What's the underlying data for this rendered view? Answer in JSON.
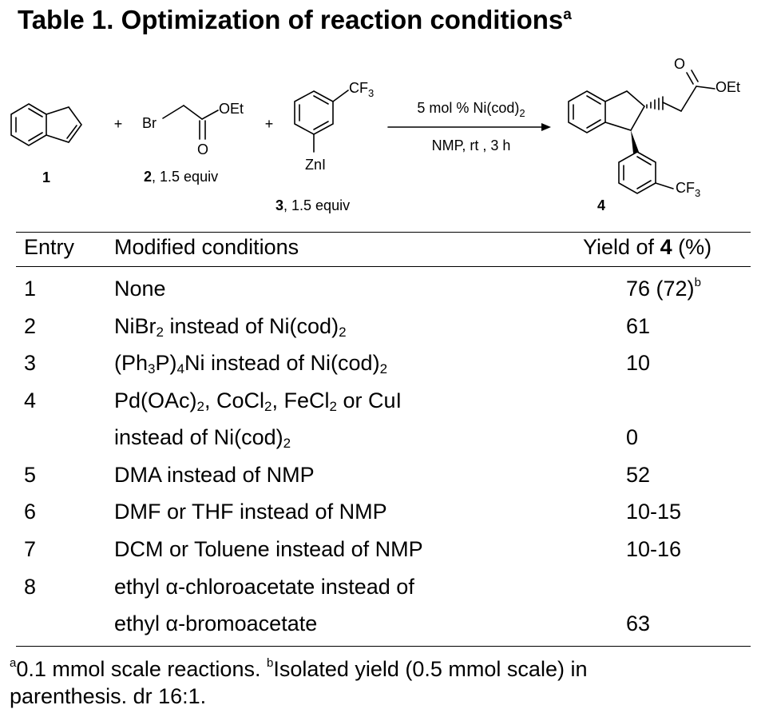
{
  "title": {
    "text": "Table 1. Optimization of reaction conditions",
    "footnote_mark": "a"
  },
  "scheme": {
    "compound1_label": "1",
    "plus1": "+",
    "reagent2": {
      "leaving_group": "Br",
      "ester": "OEt",
      "carbonyl": "O",
      "label_bold": "2",
      "label_rest": ", 1.5 equiv"
    },
    "plus2": "+",
    "reagent3": {
      "substituent": "CF",
      "substituent_sub": "3",
      "metal": "ZnI",
      "label_bold": "3",
      "label_rest": ", 1.5 equiv"
    },
    "arrow_top": {
      "text": "5 mol % Ni(cod)",
      "sub": "2"
    },
    "arrow_bottom": "NMP,  rt , 3 h",
    "product4": {
      "carbonyl": "O",
      "ester": "OEt",
      "substituent": "CF",
      "substituent_sub": "3",
      "label": "4"
    }
  },
  "table": {
    "headers": {
      "entry": "Entry",
      "conditions": "Modified conditions",
      "yield_prefix": "Yield of ",
      "yield_bold": "4",
      "yield_suffix": " (%)"
    },
    "rows": [
      {
        "entry": "1",
        "c_a": "None",
        "yield": "76 (72)",
        "yield_sup": "b"
      },
      {
        "entry": "2",
        "c_a": "NiBr",
        "c_s1": "2",
        "c_b": " instead of Ni(cod)",
        "c_s2": "2",
        "yield": "61"
      },
      {
        "entry": "3",
        "c_a": "(Ph",
        "c_s1": "3",
        "c_b": "P)",
        "c_s2": "4",
        "c_c": "Ni instead of Ni(cod)",
        "c_s3": "2",
        "yield": "10"
      },
      {
        "entry": "4",
        "c_a": "Pd(OAc)",
        "c_s1": "2",
        "c_b": ", CoCl",
        "c_s2": "2",
        "c_c": ", FeCl",
        "c_s3": "2",
        "c_d": " or CuI"
      },
      {
        "c_a": "instead of Ni(cod)",
        "c_s1": "2",
        "yield": "0"
      },
      {
        "entry": "5",
        "c_a": "DMA instead of NMP",
        "yield": "52"
      },
      {
        "entry": "6",
        "c_a": "DMF or THF instead of NMP",
        "yield": "10-15"
      },
      {
        "entry": "7",
        "c_a": "DCM or Toluene instead of NMP",
        "yield": "10-16"
      },
      {
        "entry": "8",
        "c_a": "ethyl α-chloroacetate instead of"
      },
      {
        "c_a": "ethyl α-bromoacetate",
        "yield": "63"
      }
    ]
  },
  "footnotes": {
    "a_mark": "a",
    "a_text": "0.1 mmol scale reactions. ",
    "b_mark": "b",
    "b_text": "Isolated yield (0.5 mmol scale) in",
    "line2": "parenthesis. dr 16:1."
  }
}
